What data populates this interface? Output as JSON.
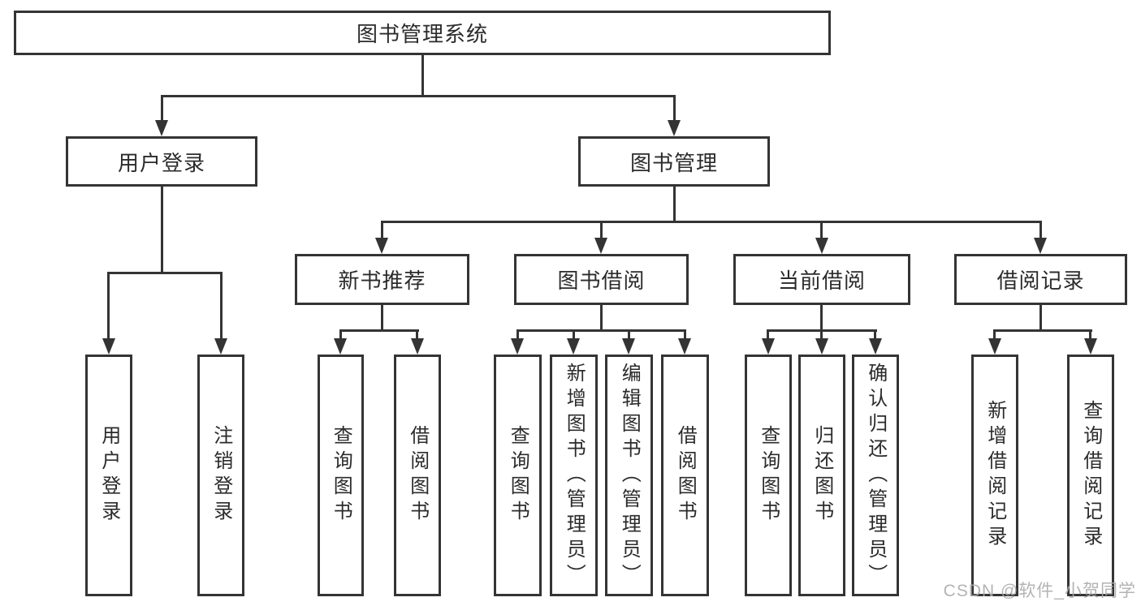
{
  "diagram": {
    "title": "图书管理系统",
    "level2": [
      {
        "label": "用户登录",
        "children": [
          {
            "label": "用户登录"
          },
          {
            "label": "注销登录"
          }
        ]
      },
      {
        "label": "图书管理",
        "children": [
          {
            "label": "新书推荐",
            "children": [
              {
                "label": "查询图书"
              },
              {
                "label": "借阅图书"
              }
            ]
          },
          {
            "label": "图书借阅",
            "children": [
              {
                "label": "查询图书"
              },
              {
                "label": "新增图书（管理员）"
              },
              {
                "label": "编辑图书（管理员）"
              },
              {
                "label": "借阅图书"
              }
            ]
          },
          {
            "label": "当前借阅",
            "children": [
              {
                "label": "查询图书"
              },
              {
                "label": "归还图书"
              },
              {
                "label": "确认归还（管理员）"
              }
            ]
          },
          {
            "label": "借阅记录",
            "children": [
              {
                "label": "新增借阅记录"
              },
              {
                "label": "查询借阅记录"
              }
            ]
          }
        ]
      }
    ]
  },
  "watermark": {
    "text": "CSDN @软件_小贺同学"
  },
  "colors": {
    "line": "#343434",
    "text": "#2b2b2b",
    "watermark": "#ababab",
    "background": "#ffffff"
  }
}
